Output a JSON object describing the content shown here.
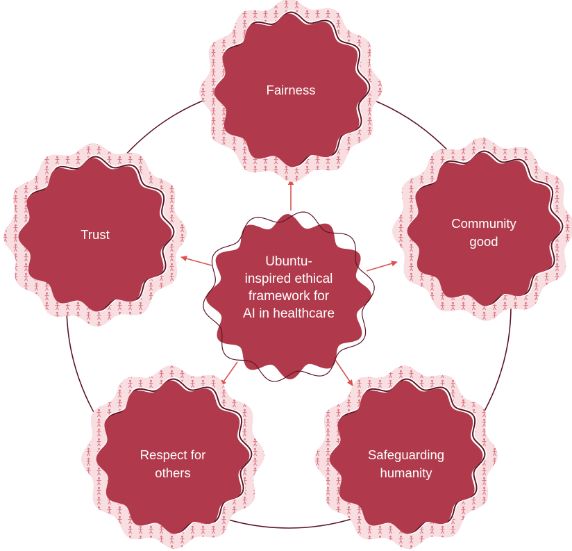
{
  "colors": {
    "primary": "#b03a4b",
    "outline": "#5a1524",
    "halo": "#f8dde1",
    "arrow": "#d9534f",
    "people": "#d46a76",
    "text": "#ffffff"
  },
  "center": {
    "label": "Ubuntu-\ninspired ethical\nframework for\nAI in healthcare"
  },
  "pillars": [
    {
      "label": "Fairness"
    },
    {
      "label": "Community\ngood"
    },
    {
      "label": "Safeguarding\nhumanity"
    },
    {
      "label": "Respect for\nothers"
    },
    {
      "label": "Trust"
    }
  ]
}
